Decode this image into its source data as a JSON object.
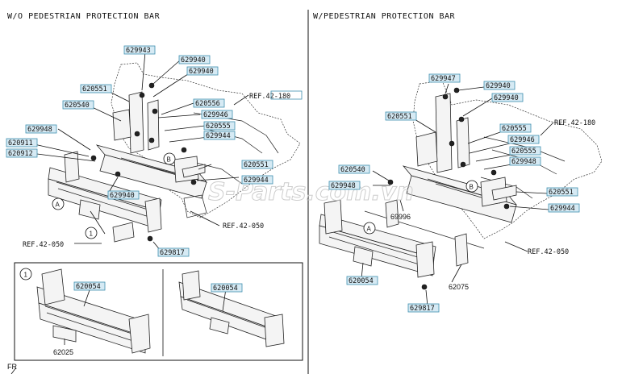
{
  "titles": {
    "left": "W/O PEDESTRIAN PROTECTION BAR",
    "right": "W/PEDESTRIAN PROTECTION BAR"
  },
  "watermark": "S-Parts.com.vn",
  "footer": {
    "fr": "FR"
  },
  "callouts": {
    "a": "A",
    "b": "B",
    "one": "1"
  },
  "left_labels": {
    "p629943": "629943",
    "p629940a": "629940",
    "p629940b": "629940",
    "p620551": "620551",
    "p620540": "620540",
    "p620556": "620556",
    "p629946": "629946",
    "p629948": "629948",
    "p620911": "620911",
    "p620912": "620912",
    "p620555": "620555",
    "p629944": "629944",
    "p629940c": "629940",
    "p620551b": "620551",
    "p629944b": "629944",
    "p629817": "629817",
    "ref_a": "REF.42-180",
    "ref_b": "REF.42-050",
    "ref_c": "REF.42-050"
  },
  "detail_labels": {
    "p620054a": "620054",
    "p62025": "62025",
    "p620054b": "620054"
  },
  "right_labels": {
    "p629947": "629947",
    "p629940a": "629940",
    "p629940b": "629940",
    "p620551": "620551",
    "p620555a": "620555",
    "p629946": "629946",
    "p620555b": "620555",
    "p629948": "629948",
    "p620540": "620540",
    "p629948b": "629948",
    "p69996": "69996",
    "p620551b": "620551",
    "p629944": "629944",
    "p620054": "620054",
    "p62075": "62075",
    "p629817": "629817",
    "ref_a": "REF.42-180",
    "ref_b": "REF.42-050"
  }
}
